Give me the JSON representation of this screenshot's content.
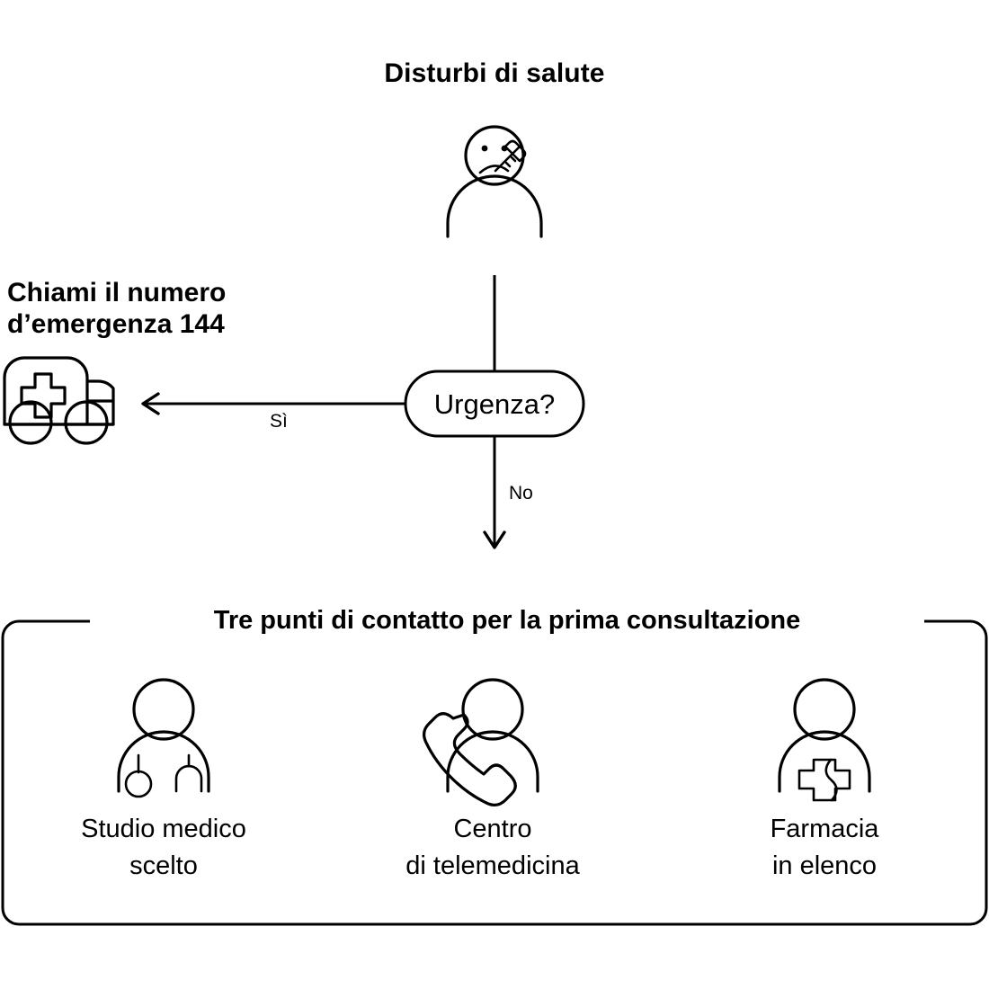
{
  "diagram": {
    "type": "flowchart",
    "language": "it",
    "background_color": "#ffffff",
    "stroke_color": "#000000",
    "title": "Disturbi di salute",
    "start_node": {
      "label": "Disturbi di salute",
      "icon": "sick-person-with-thermometer-icon"
    },
    "decision": {
      "label": "Urgenza?",
      "shape": "rounded-pill"
    },
    "edges": [
      {
        "label": "Sì",
        "direction": "left",
        "from": "Urgenza?",
        "to": "Chiami il numero d’emergenza 144"
      },
      {
        "label": "No",
        "direction": "down",
        "from": "Urgenza?",
        "to": "Tre punti di contatto per la prima consultazione"
      }
    ],
    "emergency": {
      "title_line1": "Chiami il numero",
      "title_line2": "d’emergenza 144",
      "icon": "ambulance-icon",
      "phone_number": "144"
    },
    "contacts_box": {
      "title": "Tre punti di contatto per la prima consultazione",
      "items": [
        {
          "icon": "doctor-with-stethoscope-icon",
          "label_line1": "Studio medico",
          "label_line2": "scelto"
        },
        {
          "icon": "person-with-telephone-icon",
          "label_line1": "Centro",
          "label_line2": "di telemedicina"
        },
        {
          "icon": "pharmacist-with-cross-icon",
          "label_line1": "Farmacia",
          "label_line2": "in elenco"
        }
      ]
    }
  }
}
